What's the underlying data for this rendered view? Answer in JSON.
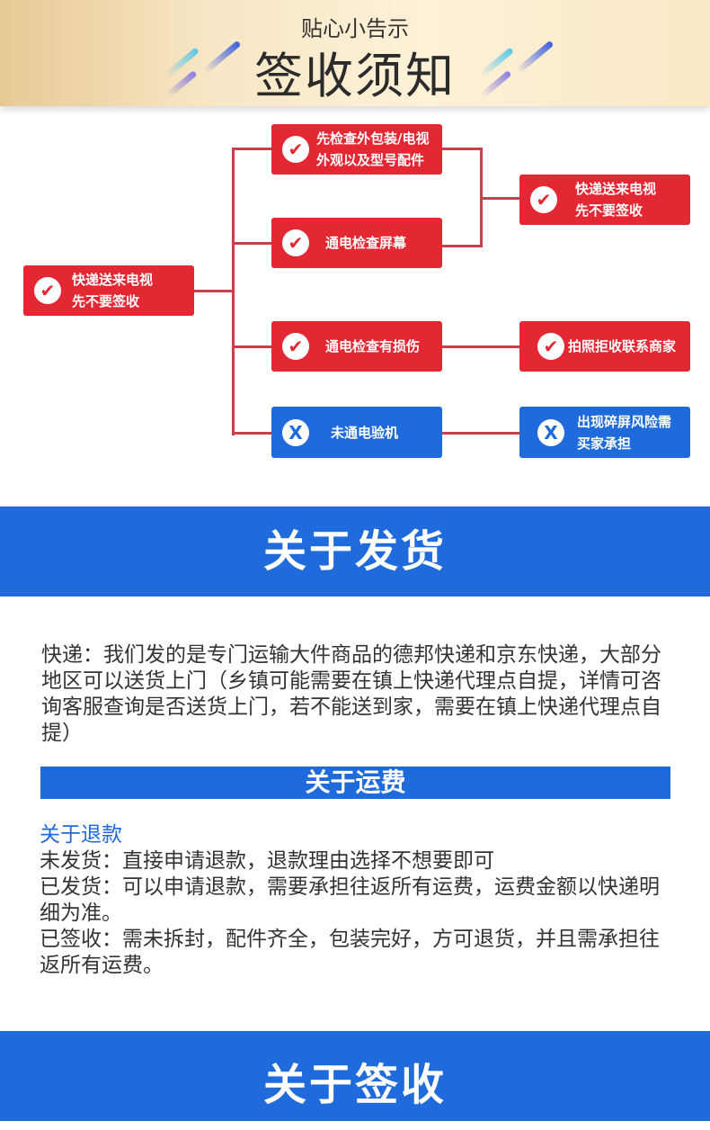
{
  "header": {
    "subtitle": "贴心小告示",
    "title": "签收须知"
  },
  "flow": {
    "root": [
      "快递送来电视",
      "先不要签收"
    ],
    "a": [
      "先检查外包装/电视",
      "外观以及型号配件"
    ],
    "b": "通电检查屏幕",
    "c": "通电检查有损伤",
    "d": "未通电验机",
    "r1": [
      "快递送来电视",
      "先不要签收"
    ],
    "r2": "拍照拒收联系商家",
    "r3": [
      "出现碎屏风险需",
      "买家承担"
    ],
    "check_icon": "✔",
    "x_icon": "X"
  },
  "shipping": {
    "title": "关于发货",
    "text": "快递：我们发的是专门运输大件商品的德邦快递和京东快递，大部分地区可以送货上门（乡镇可能需要在镇上快递代理点自提，详情可咨询客服查询是否送货上门，若不能送到家，需要在镇上快递代理点自提）"
  },
  "freight": {
    "title": "关于运费"
  },
  "refund": {
    "title": "关于退款",
    "lines": [
      "未发货：直接申请退款，退款理由选择不想要即可",
      "已发货：可以申请退款，需要承担往返所有运费，运费金额以快递明细为准。",
      "已签收：需未拆封，配件齐全，包装完好，方可退货，并且需承担往返所有运费。"
    ]
  },
  "sign": {
    "title": "关于签收"
  }
}
